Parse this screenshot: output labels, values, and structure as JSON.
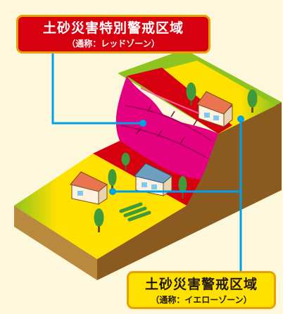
{
  "colors": {
    "background": "#fdf8dc",
    "red_zone": "#d7000f",
    "red_zone_slope": "#e5007f",
    "yellow_zone": "#ffe100",
    "ground_green": "#8fc31f",
    "soil": "#8a5a1e",
    "line": "#00a0e9",
    "label_border": "#e8a100"
  },
  "labels": {
    "special_warning": {
      "title": "土砂災害特別警戒区域",
      "subtitle": "（通称：レッドゾーン）"
    },
    "warning": {
      "title": "土砂災害警戒区域",
      "subtitle": "（通称：イエローゾーン）"
    }
  }
}
